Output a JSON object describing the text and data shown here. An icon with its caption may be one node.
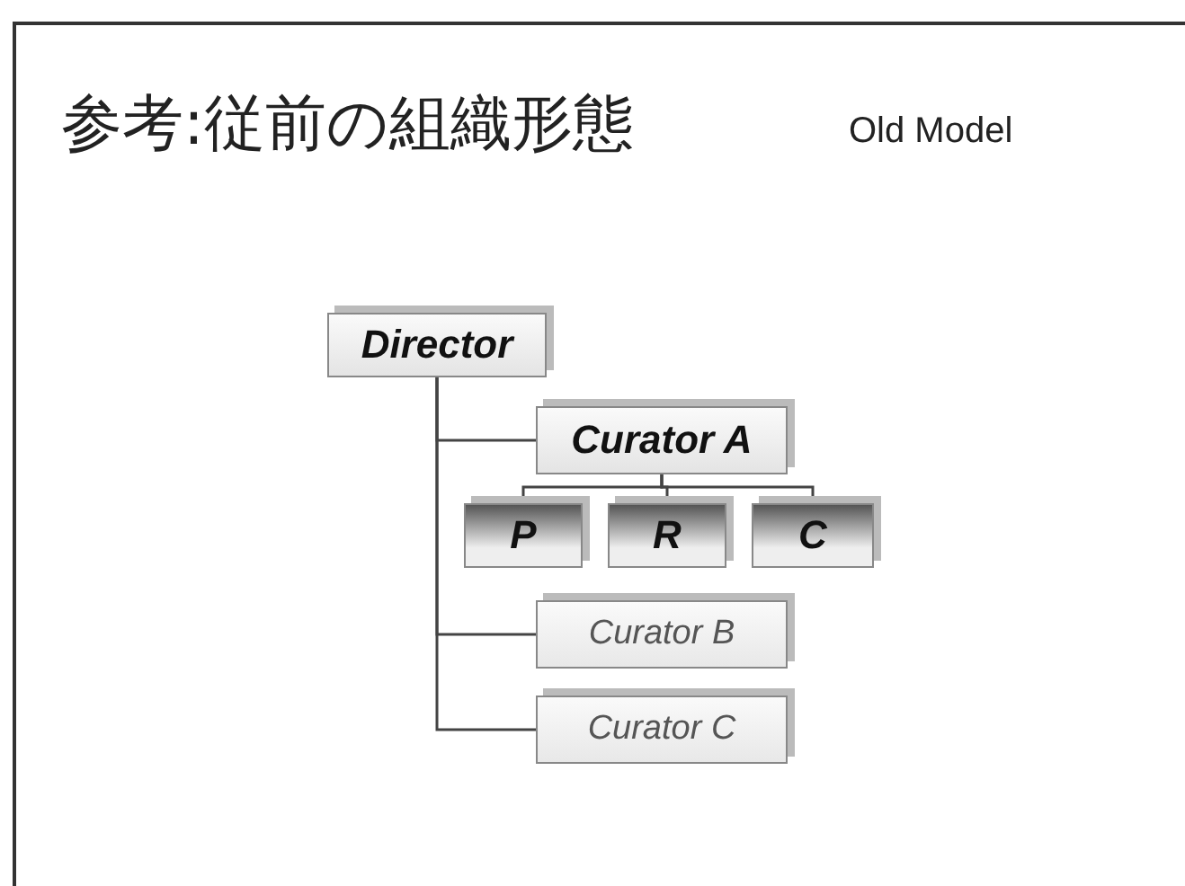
{
  "diagram": {
    "title": "参考:従前の組織形態",
    "nodes": [
      {
        "text": [
          "Director"
        ]
      },
      {
        "text": [
          "Curator A"
        ]
      },
      {
        "text": [
          "P"
        ]
      },
      {
        "text": [
          "R"
        ]
      },
      {
        "text": [
          "C"
        ]
      },
      {
        "text": [
          "Curator B"
        ]
      },
      {
        "text": [
          "Curator C"
        ]
      }
    ],
    "edges": [
      {
        "from": 0,
        "to": 1,
        "arrow": "none"
      },
      {
        "from": 0,
        "to": 5,
        "arrow": "none"
      },
      {
        "from": 0,
        "to": 6,
        "arrow": "none"
      },
      {
        "from": 1,
        "to": 2,
        "arrow": "none"
      },
      {
        "from": 1,
        "to": 3,
        "arrow": "none"
      },
      {
        "from": 1,
        "to": 4,
        "arrow": "none"
      }
    ],
    "labels": [
      "Old Model"
    ]
  }
}
